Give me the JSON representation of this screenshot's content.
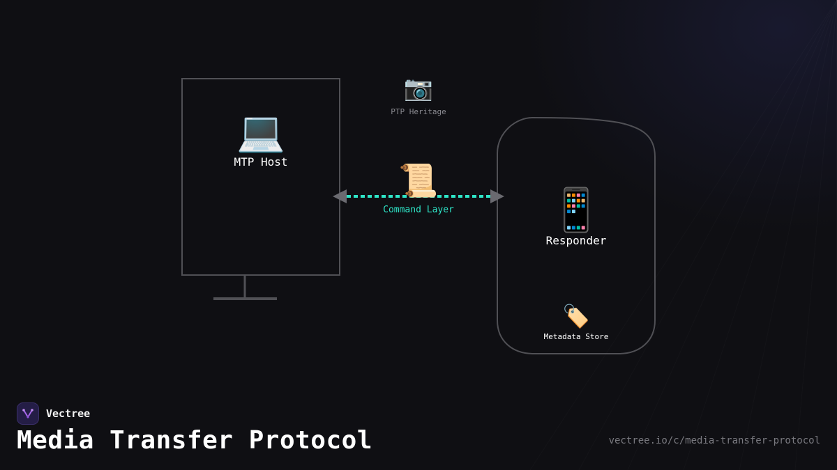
{
  "diagram": {
    "host": {
      "icon": "laptop-icon",
      "glyph": "💻",
      "label": "MTP Host"
    },
    "heritage": {
      "icon": "camera-icon",
      "glyph": "📷",
      "label": "PTP Heritage"
    },
    "command": {
      "icon": "scroll-icon",
      "glyph": "📜",
      "label": "Command Layer"
    },
    "responder": {
      "icon": "mobile-phone-icon",
      "glyph": "📱",
      "label": "Responder"
    },
    "metadata": {
      "icon": "label-tag-icon",
      "glyph": "🏷️",
      "label": "Metadata Store"
    }
  },
  "brand": {
    "name": "Vectree",
    "icon": "vectree-logo-icon"
  },
  "title": "Media Transfer Protocol",
  "url": "vectree.io/c/media-transfer-protocol",
  "colors": {
    "background": "#0f0f13",
    "accent": "#2ee6c8",
    "frame": "#505055",
    "arrowhead": "#6a6a70",
    "brand_purple": "#a566e8"
  }
}
